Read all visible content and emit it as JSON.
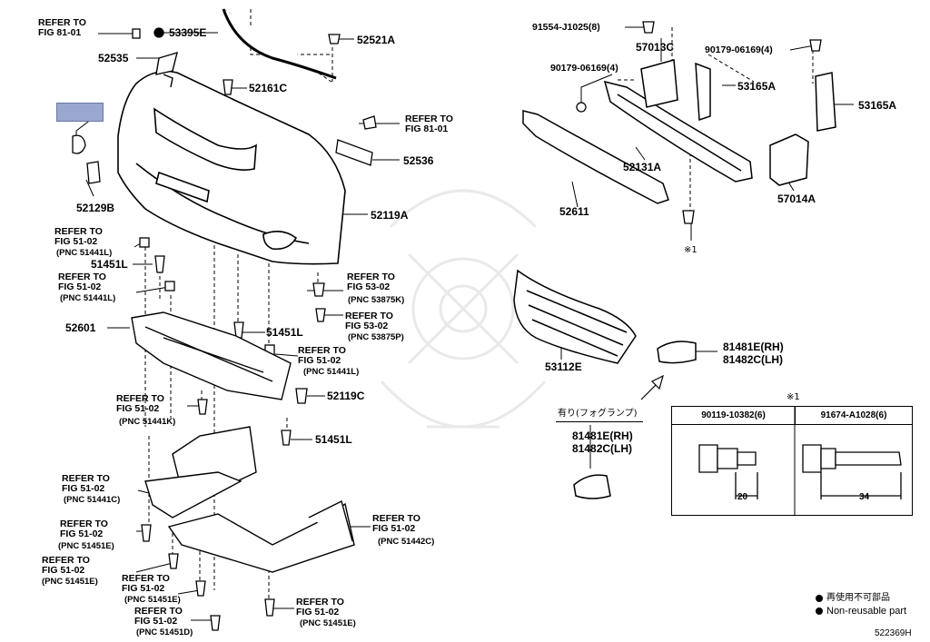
{
  "labels": {
    "refer_81_01_a": "REFER TO\nFIG 81-01",
    "p53395E": "53395E",
    "p52521A": "52521A",
    "p52535": "52535",
    "p52161C": "52161C",
    "refer_81_01_b": "REFER TO\nFIG 81-01",
    "p52536": "52536",
    "p52129B": "52129B",
    "p52119A": "52119A",
    "refer_51_02_a": "REFER TO\nFIG 51-02",
    "pnc_51441L_a": "(PNC 51441L)",
    "p51451L_a": "51451L",
    "refer_51_02_b": "REFER TO\nFIG 51-02",
    "pnc_51441L_b": "(PNC 51441L)",
    "refer_53_02_a": "REFER TO\nFIG 53-02",
    "pnc_53875K": "(PNC 53875K)",
    "refer_53_02_b": "REFER TO\nFIG 53-02",
    "pnc_53875P": "(PNC 53875P)",
    "p52601": "52601",
    "p51451L_b": "51451L",
    "refer_51_02_c": "REFER TO\nFIG 51-02",
    "pnc_51441L_c": "(PNC 51441L)",
    "p52119C": "52119C",
    "refer_51_02_d": "REFER TO\nFIG 51-02",
    "pnc_51441K": "(PNC 51441K)",
    "p51451L_c": "51451L",
    "refer_51_02_e": "REFER TO\nFIG 51-02",
    "pnc_51441C": "(PNC 51441C)",
    "refer_51_02_f": "REFER TO\nFIG 51-02",
    "pnc_51442C": "(PNC 51442C)",
    "refer_51_02_g": "REFER TO\nFIG 51-02",
    "pnc_51451E_a": "(PNC 51451E)",
    "refer_51_02_h": "REFER TO\nFIG 51-02",
    "pnc_51451E_b": "(PNC 51451E)",
    "refer_51_02_i": "REFER TO\nFIG 51-02",
    "pnc_51451E_c": "(PNC 51451E)",
    "refer_51_02_j": "REFER TO\nFIG 51-02",
    "pnc_51451D": "(PNC 51451D)",
    "refer_51_02_k": "REFER TO\nFIG 51-02",
    "pnc_51451E_d": "(PNC 51451E)",
    "p91554": "91554-J1025(8)",
    "p57013C": "57013C",
    "p90179_a": "90179-06169(4)",
    "p90179_b": "90179-06169(4)",
    "p53165A_a": "53165A",
    "p53165A_b": "53165A",
    "p52131A": "52131A",
    "p52611": "52611",
    "p57014A": "57014A",
    "mark1_a": "※1",
    "p53112E": "53112E",
    "p81481E_a": "81481E(RH)",
    "p81482C_a": "81482C(LH)",
    "fog_note": "有り(フォグランプ)",
    "p81481E_b": "81481E(RH)",
    "p81482C_b": "81482C(LH)"
  },
  "table": {
    "mark": "※1",
    "col1_header": "90119-10382(6)",
    "col2_header": "91674-A1028(6)",
    "col1_dim": "20",
    "col2_dim": "34"
  },
  "legend": {
    "jp": "再使用不可部品",
    "en": "Non-reusable part"
  },
  "figure_id": "522369H"
}
